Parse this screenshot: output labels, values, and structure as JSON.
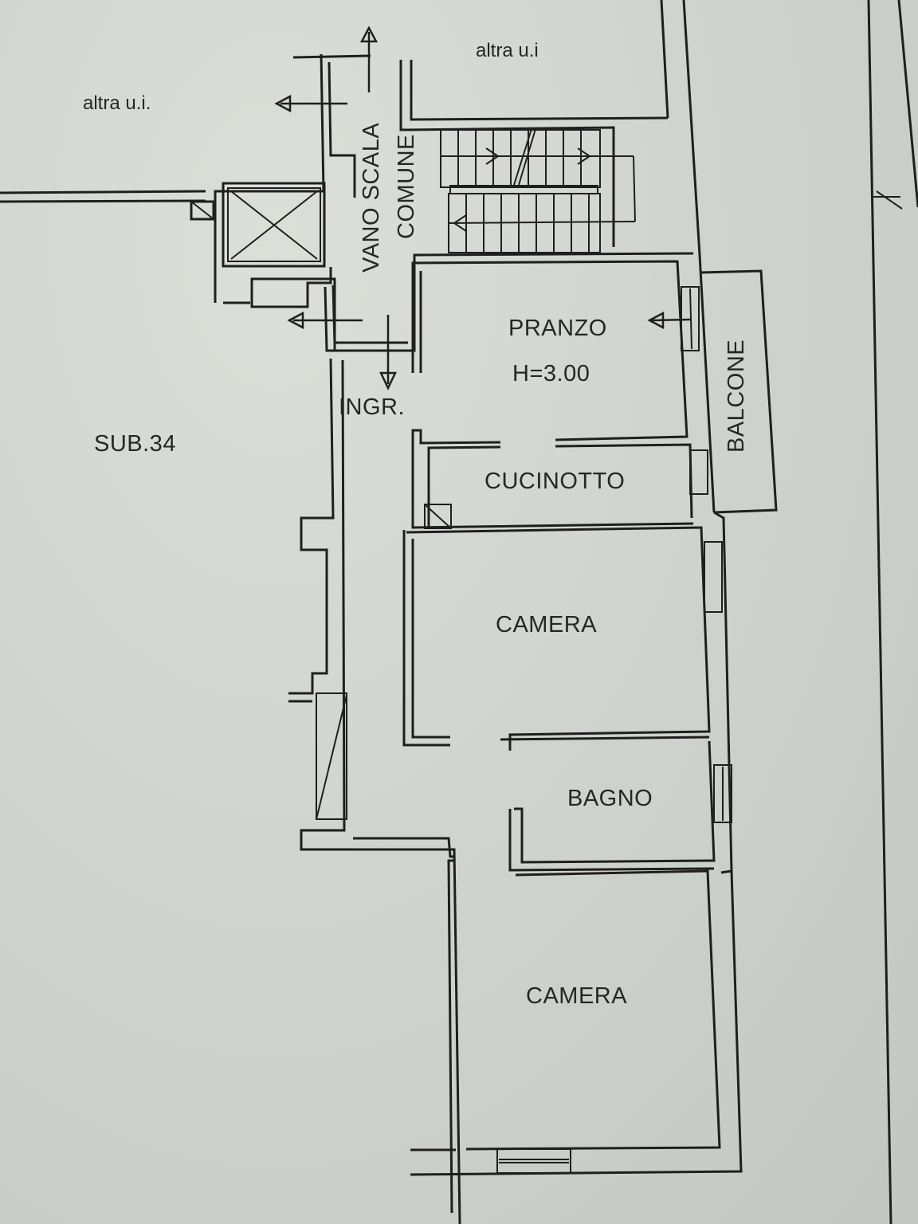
{
  "drawing": {
    "type": "floor plan",
    "paper_color": "#cfd3cd",
    "line_color": "#1f1f1f"
  },
  "labels": {
    "other_unit_left": "altra u.i.",
    "other_unit_top": "altra u.i",
    "stairwell_line1": "VANO SCALA",
    "stairwell_line2": "COMUNE",
    "sub": "SUB.34",
    "entrance": "INGR.",
    "dining": "PRANZO",
    "ceiling_height": "H=3.00",
    "balcony": "BALCONE",
    "kitchenette": "CUCINOTTO",
    "bedroom1": "CAMERA",
    "bathroom": "BAGNO",
    "bedroom2": "CAMERA"
  },
  "symbols": {
    "lift": "elevator-shaft-x",
    "access_arrows": 5,
    "stairs": "two-flight-staircase"
  }
}
